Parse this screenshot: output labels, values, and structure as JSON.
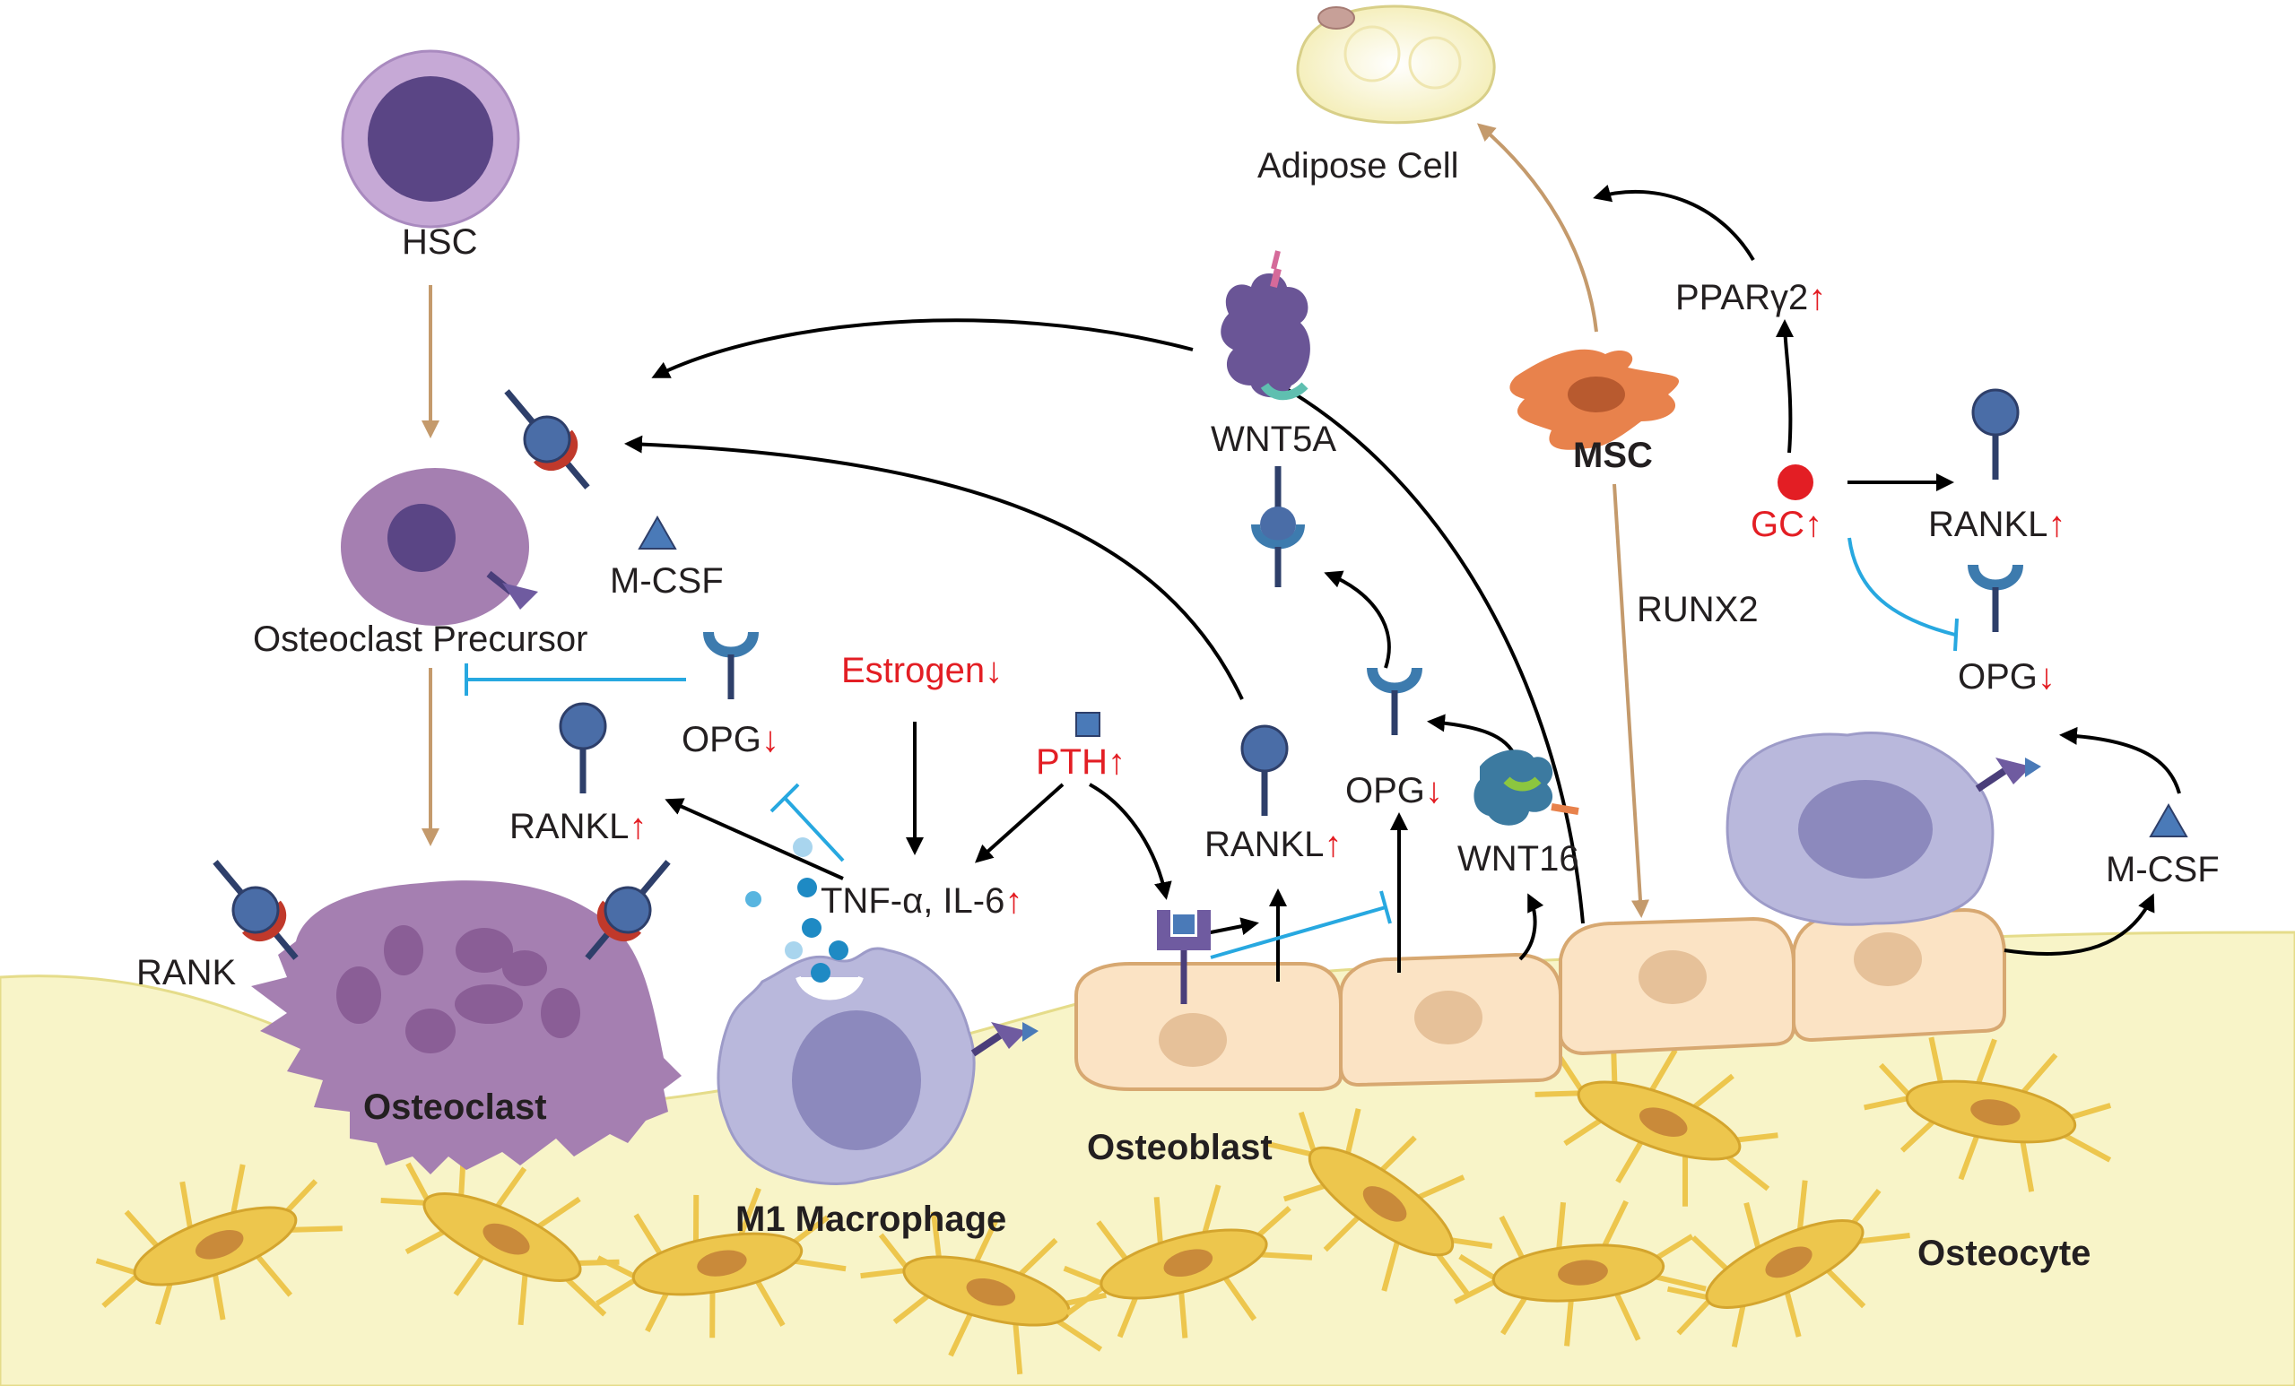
{
  "colors": {
    "bone": "#f8f4c8",
    "bone_edge": "#e5dc8a",
    "osteoclast": "#a57fb1",
    "osteoclast_dark": "#8a5e96",
    "hsc_outer": "#c6a9d6",
    "hsc_inner": "#5a4585",
    "macrophage": "#b9b8dc",
    "macrophage_nucleus": "#8c89bd",
    "osteoblast": "#fbe3c4",
    "osteoblast_edge": "#d7a871",
    "osteoblast_nucleus": "#e6c199",
    "osteocyte": "#edc64d",
    "osteocyte_nucleus": "#c98a3a",
    "msc": "#e8824c",
    "receptor_blue": "#4a6da7",
    "receptor_dark": "#2e3f6a",
    "rank_red": "#c0392b",
    "opg_blue": "#3d7bae",
    "red_text": "#e31e24",
    "inhibit_blue": "#27a8e0",
    "arrow_black": "#000000",
    "arrow_tan": "#c49a6c",
    "gc_dot": "#e31e24",
    "triangle_blue": "#4a7ab8",
    "dot_blue": "#1e8ac4",
    "dot_light": "#a9d5ee"
  },
  "icons": {
    "rankl": "lollipop-receptor-icon",
    "opg": "y-shaped-receptor-icon",
    "rank": "rank-receptor-icon",
    "mcsf": "triangle-ligand-icon",
    "pth": "square-ligand-icon",
    "gc": "red-dot-icon",
    "wnt5a": "protein-structure-icon",
    "wnt16": "protein-structure-icon"
  },
  "labels": {
    "adipose_cell": "Adipose Cell",
    "hsc": "HSC",
    "wnt5a": "WNT5A",
    "msc": "MSC",
    "ppar": "PPARγ2",
    "up": "↑",
    "down": "↓",
    "gc": "GC",
    "rankl": "RANKL",
    "opg": "OPG",
    "runx2": "RUNX2",
    "m_csf": "M-CSF",
    "osteoclast_precursor": "Osteoclast Precursor",
    "estrogen": "Estrogen",
    "pth": "PTH",
    "tnf_il6": "TNF-α, IL-6",
    "wnt16": "WNT16",
    "rank": "RANK",
    "osteoclast": "Osteoclast",
    "osteoblast": "Osteoblast",
    "m1_macrophage": "M1 Macrophage",
    "osteocyte": "Osteocyte"
  }
}
